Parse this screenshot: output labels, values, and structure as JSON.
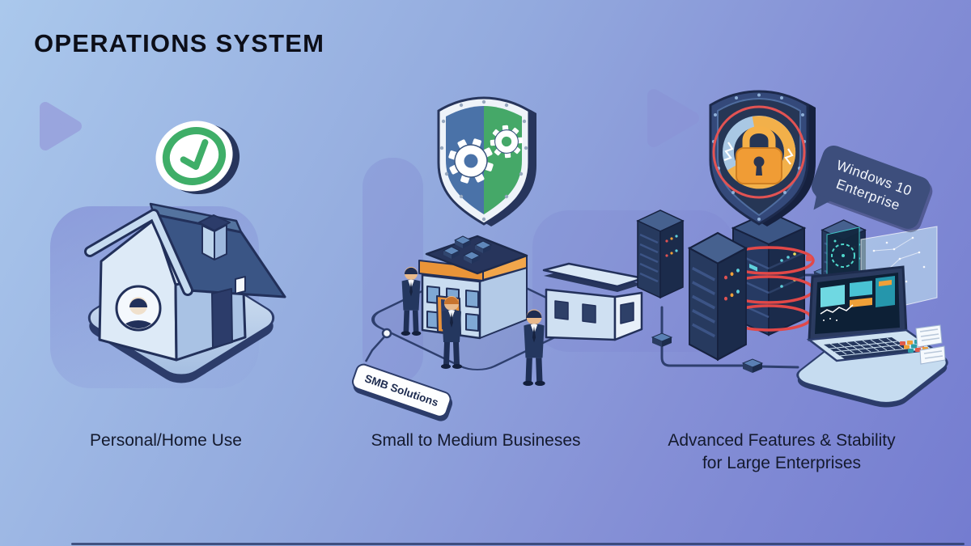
{
  "slide": {
    "title": "OPERATIONS SYSTEM",
    "columns": [
      {
        "id": "personal-home",
        "caption": "Personal/Home Use",
        "illustration": "isometric-house-with-user-avatar-and-green-checkmark-badge"
      },
      {
        "id": "small-medium-business",
        "caption": "Small to Medium Busineses",
        "tag_label": "SMB Solutions",
        "illustration": "office-building-with-three-businessmen-and-blue-green-gear-shield"
      },
      {
        "id": "large-enterprise",
        "caption_lines": [
          "Advanced Features & Stability",
          "for Large Enterprises"
        ],
        "bubble_lines": [
          "Windows 10",
          "Enterprise"
        ],
        "illustration": "server-racks-and-security-console-with-padlock-shield"
      }
    ],
    "colors": {
      "background_top_left": "#aac8ec",
      "background_bottom_right": "#747cd0",
      "title_text": "#0c0e18",
      "caption_text": "#141a2e",
      "accent_navy": "#2e3f6e",
      "accent_green": "#3fae68",
      "accent_orange": "#f0a238",
      "accent_red": "#e24848",
      "shield_blue": "#4a72a8",
      "shield_green": "#45a868",
      "screen_teal": "#6fd8e2",
      "bubble_background": "#3d4e7c",
      "tag_background": "#fdfeff"
    }
  }
}
